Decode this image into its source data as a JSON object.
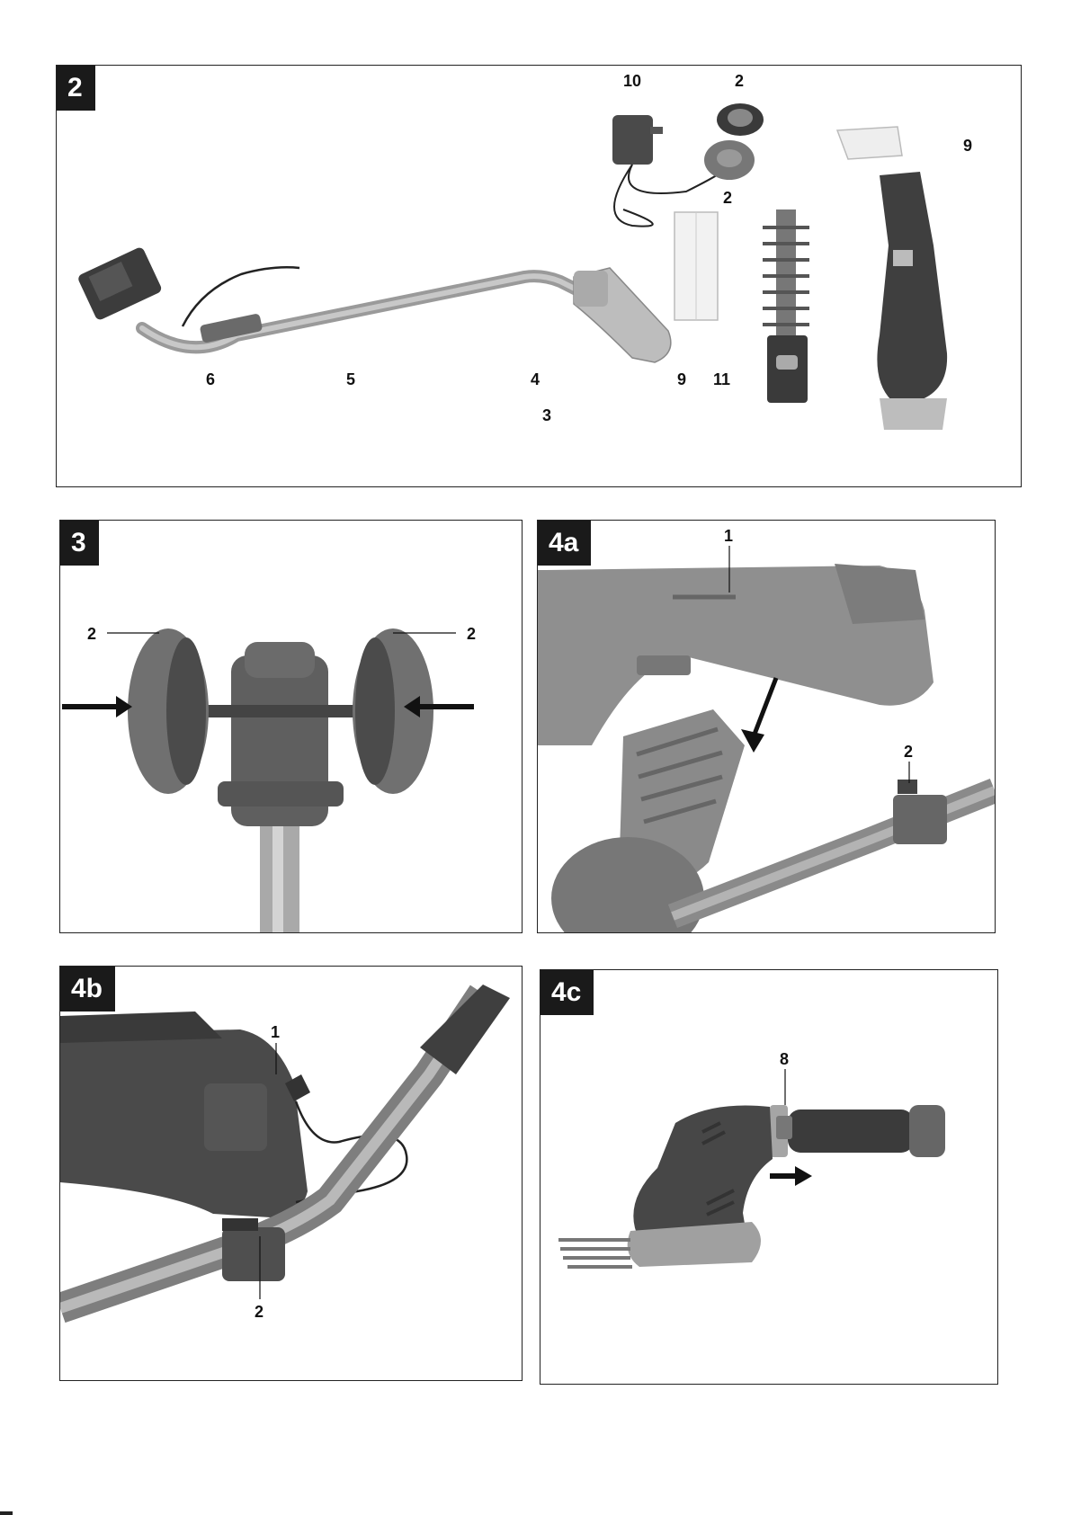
{
  "figures": {
    "fig2": {
      "tag": "2",
      "callouts": {
        "charger": "10",
        "wheel_top": "2",
        "wheel_bottom": "2",
        "blade_guard_top": "9",
        "connector": "6",
        "telescopic_tube": "5",
        "mount_lock": "4",
        "mount": "3",
        "blade_guard_bottom": "9",
        "shrub_blade": "11"
      }
    },
    "fig3": {
      "tag": "3",
      "callouts": {
        "wheel_left": "2",
        "wheel_right": "2"
      }
    },
    "fig4a": {
      "tag": "4a",
      "callouts": {
        "charging_socket": "1",
        "clip": "2"
      }
    },
    "fig4b": {
      "tag": "4b",
      "callouts": {
        "plug": "1",
        "clip": "2"
      }
    },
    "fig4c": {
      "tag": "4c",
      "callouts": {
        "release_button": "8"
      }
    }
  }
}
